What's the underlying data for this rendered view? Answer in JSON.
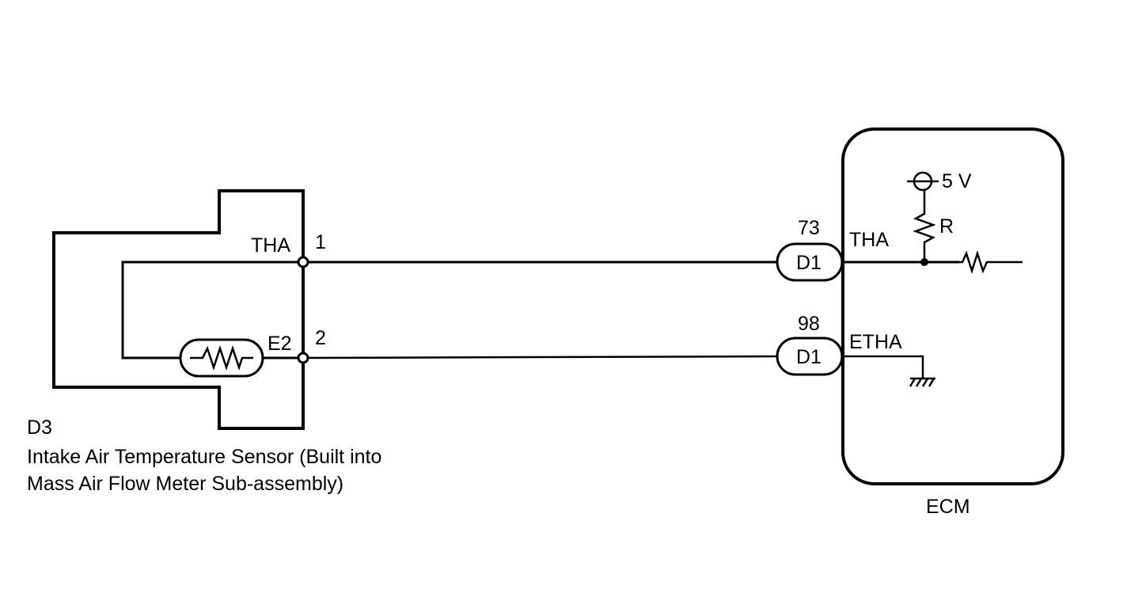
{
  "sensor": {
    "code": "D3",
    "name_line1": "Intake Air Temperature Sensor (Built into",
    "name_line2": "Mass Air Flow Meter Sub-assembly)",
    "terminal_thа_label": "THA",
    "terminal_e2_label": "E2",
    "pin1": "1",
    "pin2": "2"
  },
  "ecm": {
    "label": "ECM",
    "supply_voltage": "5 V",
    "resistor_label": "R",
    "terminal_thа_label": "THA",
    "terminal_etha_label": "ETHA"
  },
  "connectors": [
    {
      "pin": "73",
      "name": "D1"
    },
    {
      "pin": "98",
      "name": "D1"
    }
  ],
  "colors": {
    "line": "#000000",
    "background": "#ffffff"
  }
}
